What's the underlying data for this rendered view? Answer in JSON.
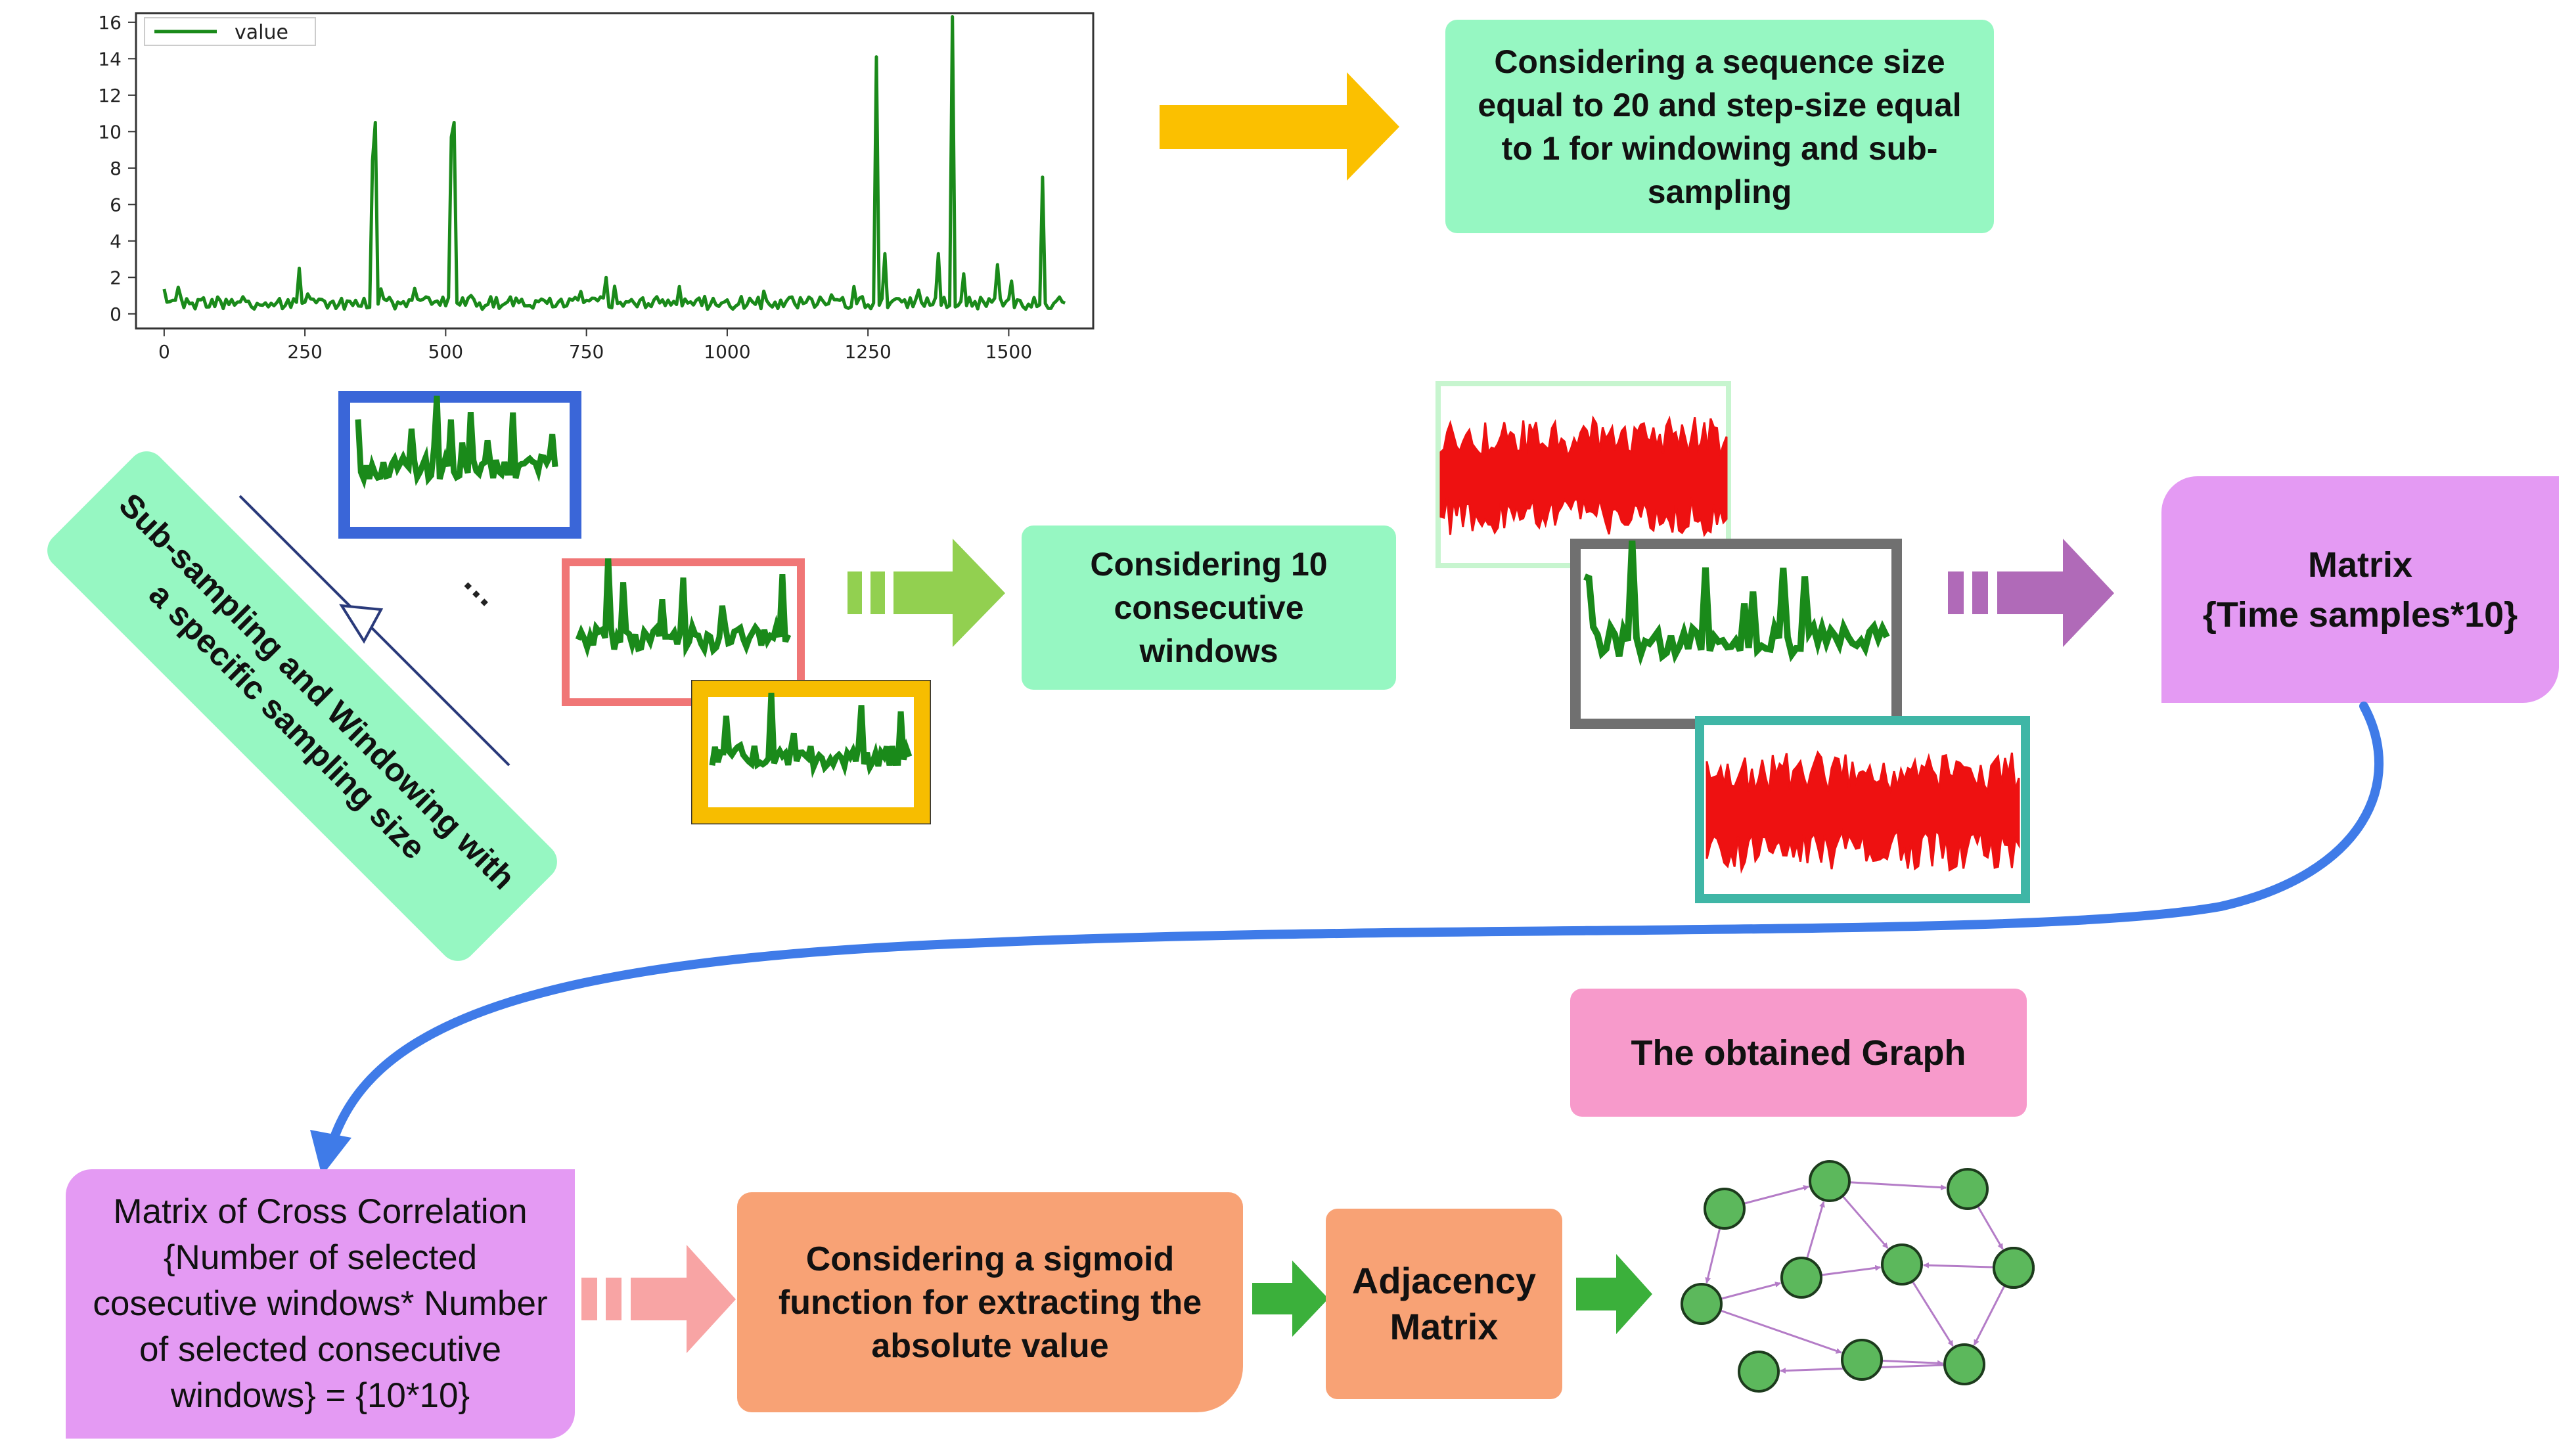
{
  "chart_data": {
    "type": "line",
    "legend": [
      "value"
    ],
    "legend_position": "top-left",
    "series": [
      {
        "name": "value",
        "color": "#1a8a1a"
      }
    ],
    "xlim": [
      -50,
      1650
    ],
    "ylim": [
      -0.8,
      16.5
    ],
    "x_ticks": [
      0,
      250,
      500,
      750,
      1000,
      1250,
      1500
    ],
    "x_tick_labels": [
      "0",
      "250",
      "500",
      "750",
      "1000",
      "1250",
      "1500"
    ],
    "y_ticks": [
      0,
      2,
      4,
      6,
      8,
      10,
      12,
      14,
      16
    ],
    "y_tick_labels": [
      "0",
      "2",
      "4",
      "6",
      "8",
      "10",
      "12",
      "14",
      "16"
    ],
    "baseline": 0.6,
    "peaks": [
      {
        "x": 240,
        "y": 2.5
      },
      {
        "x": 370,
        "y": 8.4
      },
      {
        "x": 375,
        "y": 10.5
      },
      {
        "x": 445,
        "y": 1.4
      },
      {
        "x": 510,
        "y": 9.7
      },
      {
        "x": 515,
        "y": 10.5
      },
      {
        "x": 785,
        "y": 2.0
      },
      {
        "x": 915,
        "y": 1.5
      },
      {
        "x": 1225,
        "y": 1.5
      },
      {
        "x": 1265,
        "y": 14.1
      },
      {
        "x": 1280,
        "y": 3.3
      },
      {
        "x": 1340,
        "y": 1.3
      },
      {
        "x": 1375,
        "y": 3.3
      },
      {
        "x": 1400,
        "y": 16.3
      },
      {
        "x": 1420,
        "y": 2.2
      },
      {
        "x": 1480,
        "y": 2.7
      },
      {
        "x": 1505,
        "y": 1.8
      },
      {
        "x": 1560,
        "y": 7.5
      }
    ],
    "grid": false
  },
  "boxes": {
    "sequence_note": "Considering a sequence size\nequal to 20 and step-size equal\nto 1  for windowing and sub-\nsampling",
    "subsampling_label": "Sub-sampling and Windowing with\na specific sampling size",
    "ellipsis": "...",
    "ten_windows": "Considering 10\nconsecutive\nwindows",
    "matrix_time": "Matrix\n{Time samples*10}",
    "cross_correlation": "Matrix of Cross Correlation\n{Number of selected\ncosecutive windows* Number\nof selected consecutive\nwindows} = {10*10}",
    "sigmoid": "Considering a sigmoid\nfunction for extracting the\nabsolute value",
    "adjacency": "Adjacency\nMatrix",
    "graph_title": "The obtained Graph"
  },
  "colors": {
    "line_green": "#1a8a1a",
    "window_red": "#ee1111",
    "arrow_yellow": "#fbc000",
    "arrow_lime": "#92d050",
    "arrow_purple": "#b06ab8",
    "arrow_pink": "#f8a4a4",
    "arrow_green": "#3bb03b",
    "curve_blue": "#3f7be8",
    "node_green": "#5cb85c",
    "edge_purple": "#b47cc7",
    "frame_blue": "#3a66d8",
    "frame_salmon": "#f07676",
    "frame_yellow": "#f7bd00",
    "frame_mint": "#c7f5cf",
    "frame_gray": "#707070",
    "frame_teal": "#3fb6a6"
  },
  "graph": {
    "nodes": [
      {
        "id": "n1"
      },
      {
        "id": "n2"
      },
      {
        "id": "n3"
      },
      {
        "id": "n4"
      },
      {
        "id": "n5"
      },
      {
        "id": "n6"
      },
      {
        "id": "n7"
      },
      {
        "id": "n8"
      },
      {
        "id": "n9"
      },
      {
        "id": "n10"
      },
      {
        "id": "n11"
      }
    ],
    "edges": [
      [
        "n1",
        "n2"
      ],
      [
        "n2",
        "n3"
      ],
      [
        "n1",
        "n4"
      ],
      [
        "n5",
        "n2"
      ],
      [
        "n2",
        "n6"
      ],
      [
        "n5",
        "n6"
      ],
      [
        "n3",
        "n7"
      ],
      [
        "n7",
        "n6"
      ],
      [
        "n4",
        "n5"
      ],
      [
        "n4",
        "n9"
      ],
      [
        "n6",
        "n10"
      ],
      [
        "n9",
        "n10"
      ],
      [
        "n11",
        "n10"
      ],
      [
        "n11",
        "n7"
      ],
      [
        "n10",
        "n8"
      ]
    ]
  }
}
